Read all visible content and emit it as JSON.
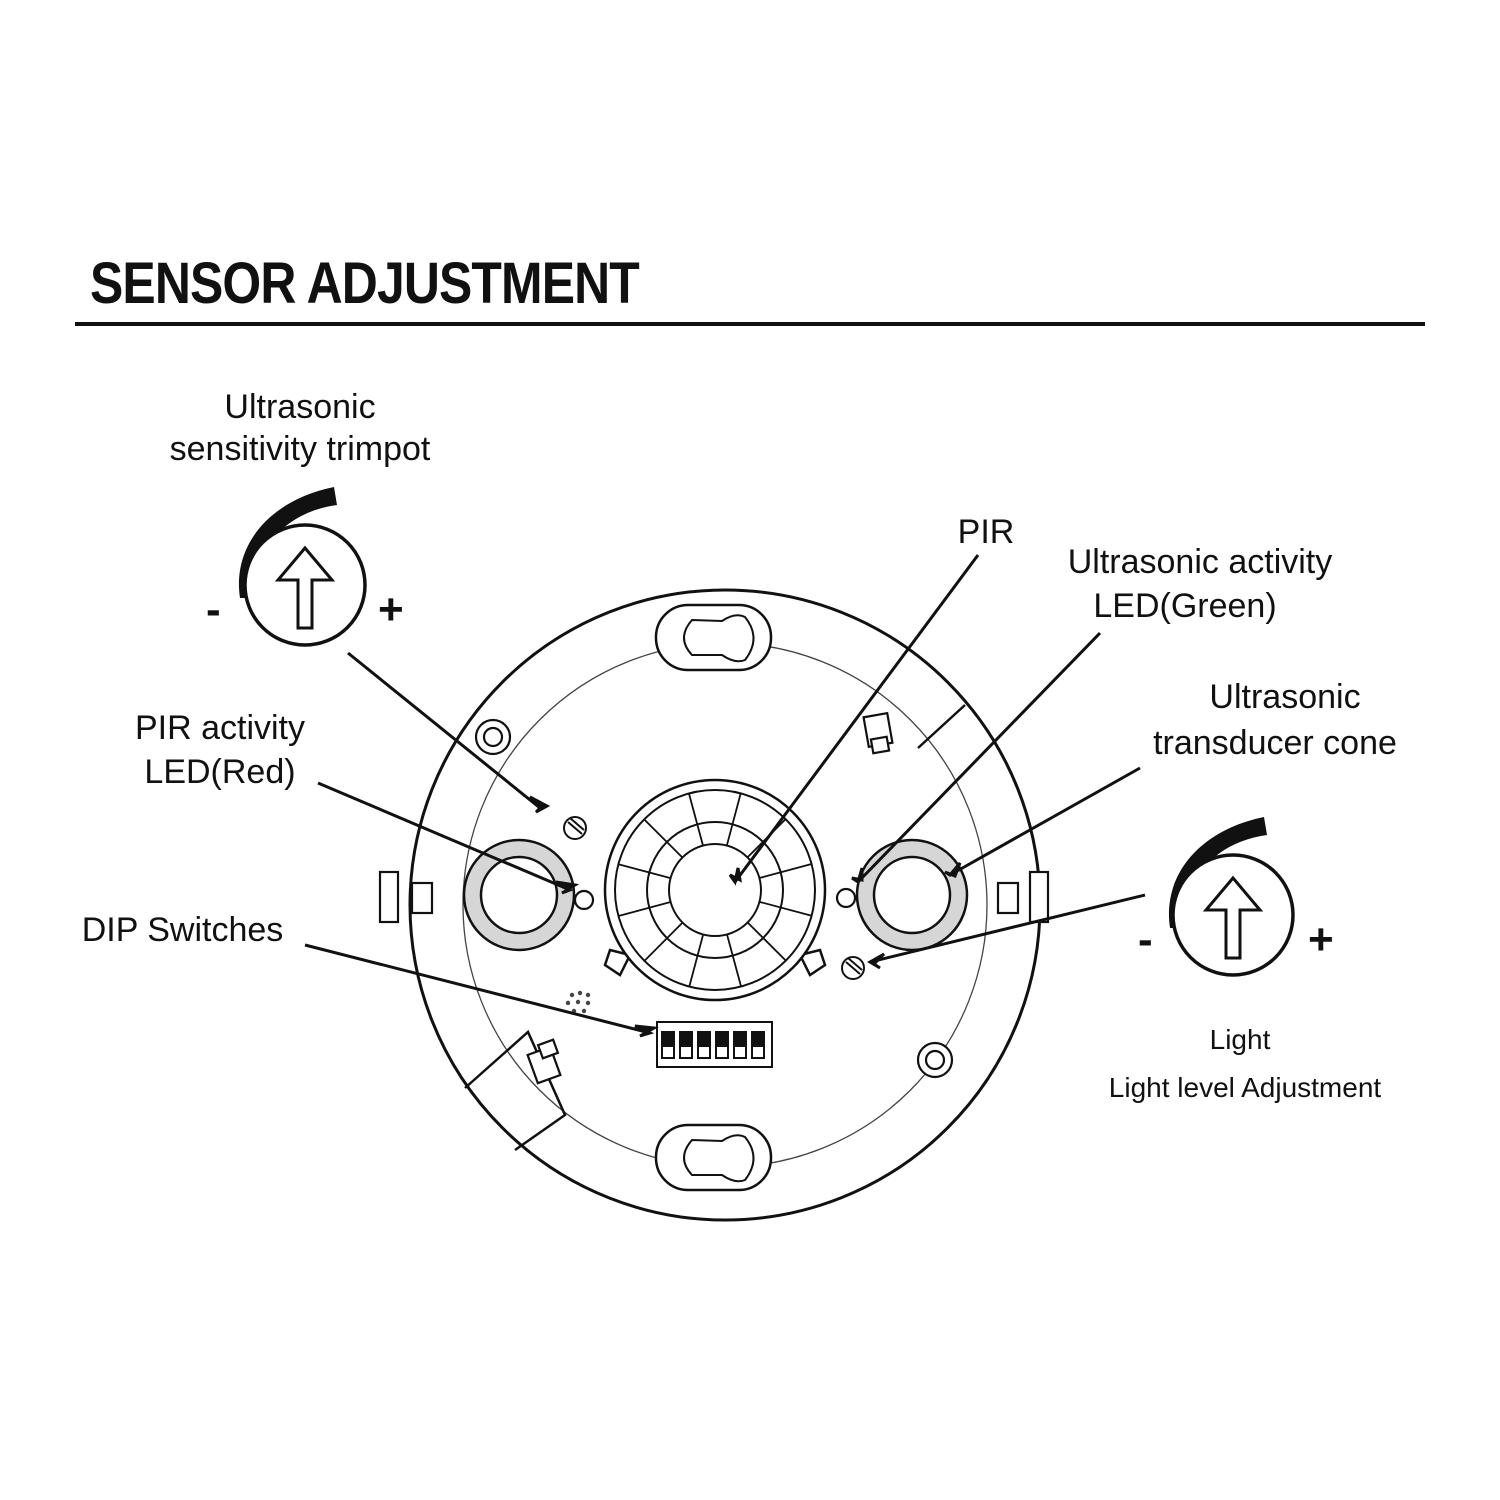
{
  "title": "SENSOR ADJUSTMENT",
  "labels": {
    "ultrasonic_trimpot_line1": "Ultrasonic",
    "ultrasonic_trimpot_line2": "sensitivity trimpot",
    "pir": "PIR",
    "ultrasonic_led_line1": "Ultrasonic activity",
    "ultrasonic_led_line2": "LED(Green)",
    "transducer_line1": "Ultrasonic",
    "transducer_line2": "transducer cone",
    "pir_led_line1": "PIR activity",
    "pir_led_line2": "LED(Red)",
    "dip_switches": "DIP Switches",
    "light_line1": "Light",
    "light_line2": "Light level Adjustment"
  },
  "signs": {
    "minus": "-",
    "plus": "+"
  },
  "colors": {
    "ink": "#111111",
    "light_ink": "#555555"
  }
}
